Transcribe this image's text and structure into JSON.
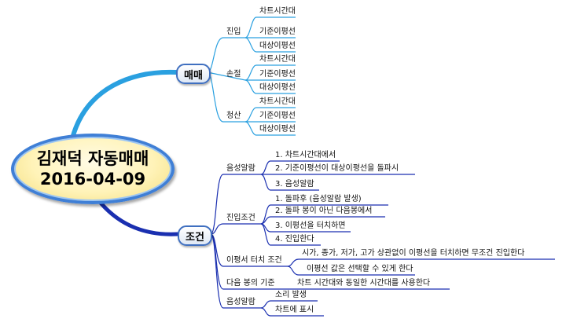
{
  "central": {
    "line1": "김재덕 자동매매",
    "line2": "2016-04-09"
  },
  "branches": [
    {
      "label": "매매",
      "groups": [
        {
          "label": "진입",
          "items": [
            "차트시간대",
            "기준이평선",
            "대상이평선"
          ]
        },
        {
          "label": "손절",
          "items": [
            "차트시간대",
            "기준이평선",
            "대상이평선"
          ]
        },
        {
          "label": "청산",
          "items": [
            "차트시간대",
            "기준이평선",
            "대상이평선"
          ]
        }
      ]
    },
    {
      "label": "조건",
      "groups": [
        {
          "label": "음성알람",
          "items": [
            "1. 차트시간대에서",
            "2. 기준이평선이 대상이평선을 돌파시",
            "3. 음성알람"
          ]
        },
        {
          "label": "진입조건",
          "items": [
            "1. 돌파후 (음성알람 발생)",
            "2. 돌파 봉이 아닌 다음봉에서",
            "3. 이평선을 터치하면",
            "4. 진입한다"
          ]
        },
        {
          "label": "이평서 터치 조건",
          "items": [
            "시가, 종가, 저가, 고가 상관없이 이평선을 터치하면 무조건 진입한다",
            "이평선 값은 선택할 수 있게 한다"
          ]
        },
        {
          "label": "다음 봉의 기준",
          "items": [
            "차트 시간대와 동일한 시간대를 사용한다"
          ]
        },
        {
          "label": "음성알람",
          "items": [
            "소리 발생",
            "차트에 표시"
          ]
        }
      ]
    }
  ],
  "colors": {
    "branch1": "#2aa0e0",
    "branch2": "#1a2fb0",
    "central_border": "#3f7fd6",
    "central_fill": "#fff3b8"
  }
}
